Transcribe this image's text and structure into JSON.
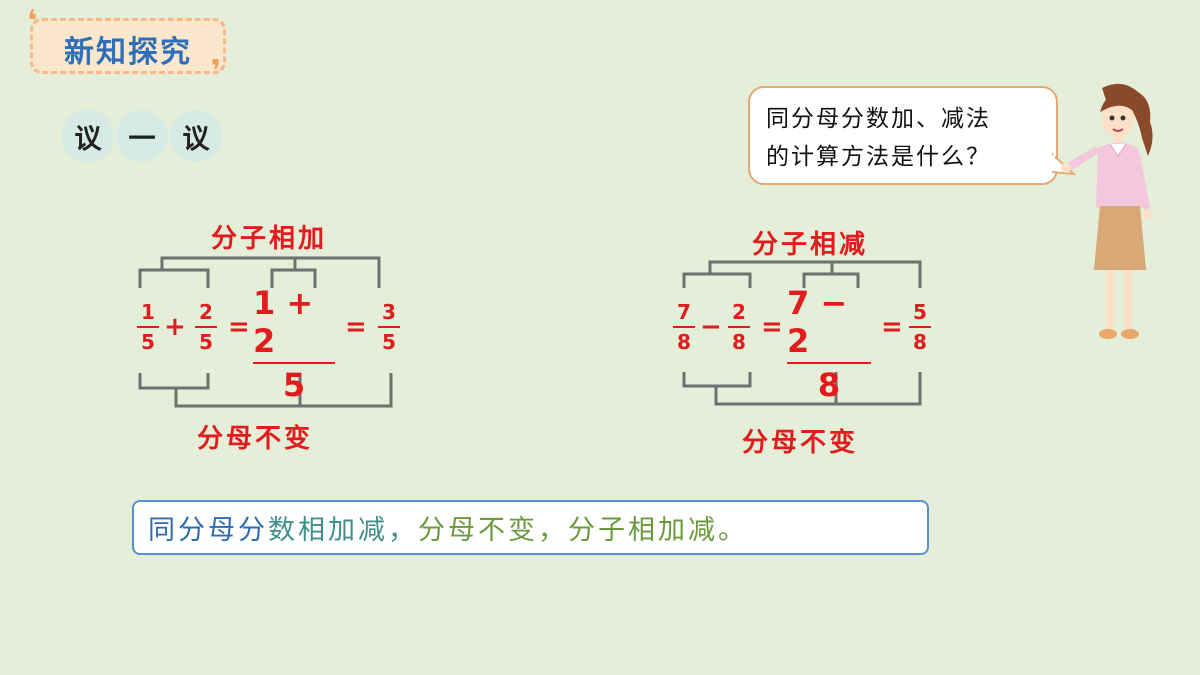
{
  "header": {
    "title": "新知探究"
  },
  "discuss": [
    "议",
    "一",
    "议"
  ],
  "bubble": {
    "line1": "同分母分数加、减法",
    "line2": "的计算方法是什么？"
  },
  "left": {
    "top_label": "分子相加",
    "bottom_label": "分母不变",
    "f1": {
      "num": "1",
      "den": "5"
    },
    "op": "+",
    "f2": {
      "num": "2",
      "den": "5"
    },
    "eq1": "=",
    "mid": {
      "num": "1 + 2",
      "den": "5"
    },
    "eq2": "=",
    "res": {
      "num": "3",
      "den": "5"
    }
  },
  "right": {
    "top_label": "分子相减",
    "bottom_label": "分母不变",
    "f1": {
      "num": "7",
      "den": "8"
    },
    "op": "−",
    "f2": {
      "num": "2",
      "den": "8"
    },
    "eq1": "=",
    "mid": {
      "num": "7 − 2",
      "den": "8"
    },
    "eq2": "=",
    "res": {
      "num": "5",
      "den": "8"
    }
  },
  "summary": {
    "part1": "同分母分",
    "part2": "数相加减，",
    "part3": "分母不变，分子相加减。"
  },
  "colors": {
    "red": "#e21c1c",
    "blue": "#2e6bb5",
    "bg": "#e4eed8"
  }
}
